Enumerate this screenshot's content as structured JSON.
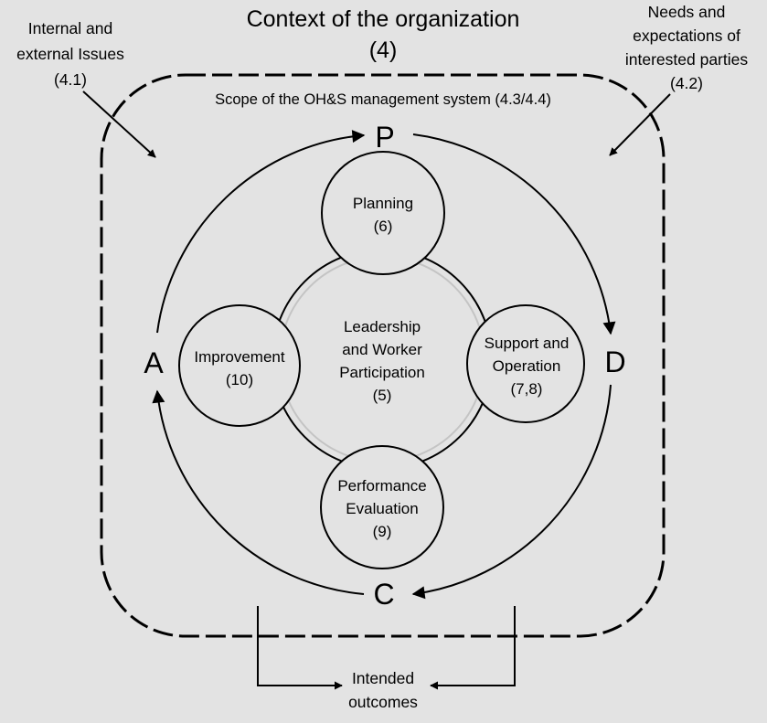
{
  "title": {
    "line1": "Context of the organization",
    "line2": "(4)"
  },
  "left_note": {
    "lines": [
      "Internal and",
      "external Issues",
      "(4.1)"
    ]
  },
  "right_note": {
    "lines": [
      "Needs and",
      "expectations of",
      "interested parties",
      "(4.2)"
    ]
  },
  "scope_label": "Scope of the OH&S management system (4.3/4.4)",
  "pdca": {
    "P": "P",
    "D": "D",
    "C": "C",
    "A": "A"
  },
  "center": {
    "lines": [
      "Leadership",
      "and Worker",
      "Participation",
      "(5)"
    ]
  },
  "planning": {
    "lines": [
      "Planning",
      "(6)"
    ]
  },
  "support": {
    "lines": [
      "Support and",
      "Operation",
      "(7,8)"
    ]
  },
  "evaluation": {
    "lines": [
      "Performance",
      "Evaluation",
      "(9)"
    ]
  },
  "improvement": {
    "lines": [
      "Improvement",
      "(10)"
    ]
  },
  "outcomes": {
    "lines": [
      "Intended",
      "outcomes"
    ]
  },
  "colors": {
    "background": "#e3e3e3",
    "line": "#000000",
    "circle_fill": "#e3e3e3"
  }
}
